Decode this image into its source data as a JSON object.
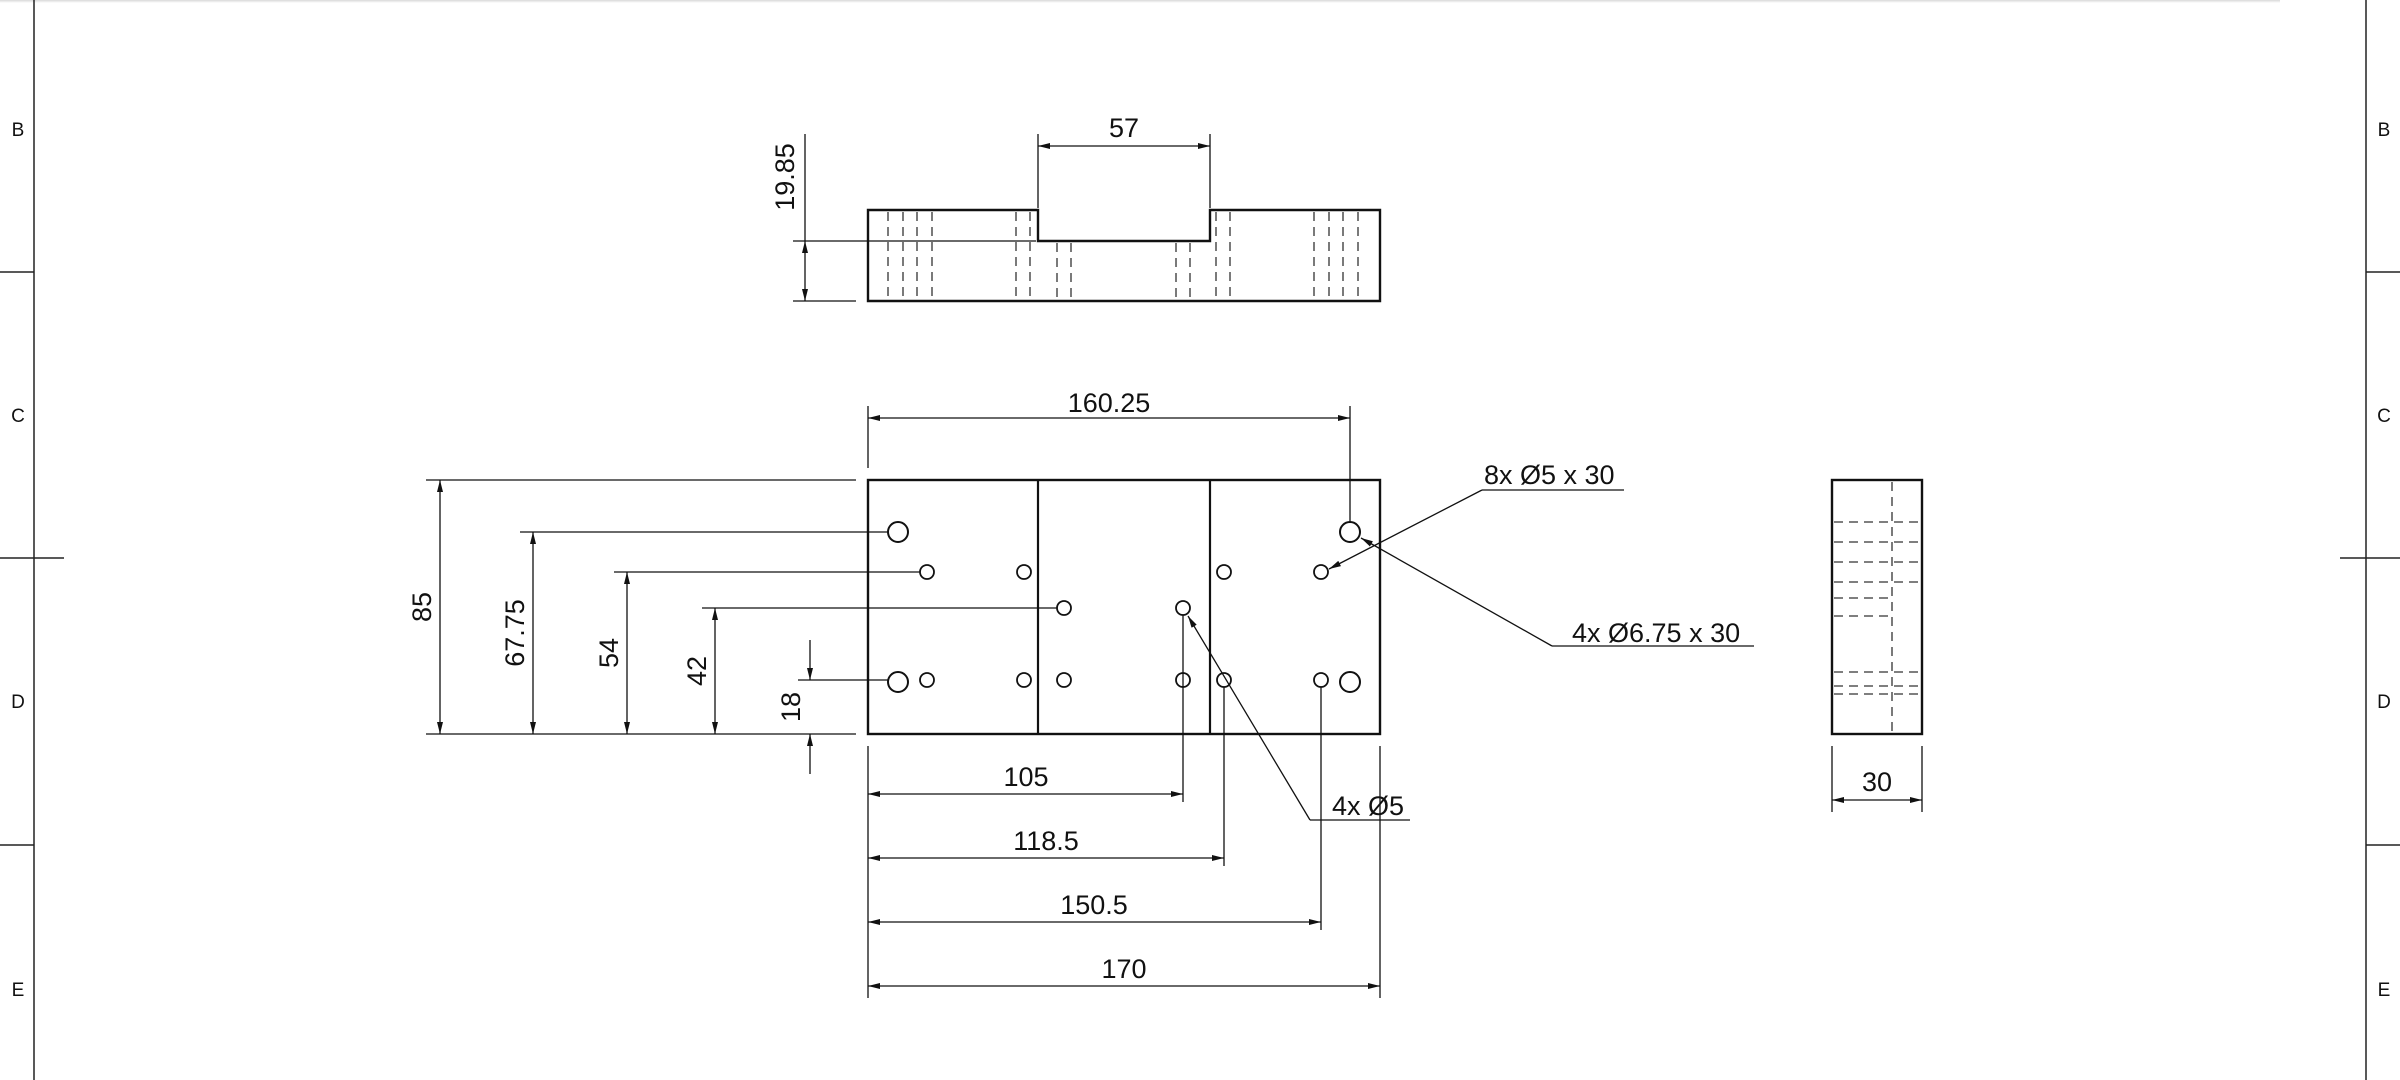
{
  "drawing": {
    "zone_labels": {
      "left": [
        "B",
        "C",
        "D",
        "E"
      ],
      "right": [
        "B",
        "C",
        "D",
        "E"
      ]
    },
    "top_view": {
      "dims": {
        "slot_width": "57",
        "height": "19.85"
      }
    },
    "front_view": {
      "dims": {
        "overall_width": "160.25",
        "height": "85",
        "y_67_75": "67.75",
        "y_54": "54",
        "y_42": "42",
        "y_18": "18",
        "x_105": "105",
        "x_118_5": "118.5",
        "x_150_5": "150.5",
        "x_170": "170"
      },
      "callouts": {
        "holes_8x": "8x Ø5 x 30",
        "holes_4x_large": "4x Ø6.75 x 30",
        "holes_4x": "4x Ø5"
      }
    },
    "side_view": {
      "dims": {
        "thickness": "30"
      }
    }
  }
}
